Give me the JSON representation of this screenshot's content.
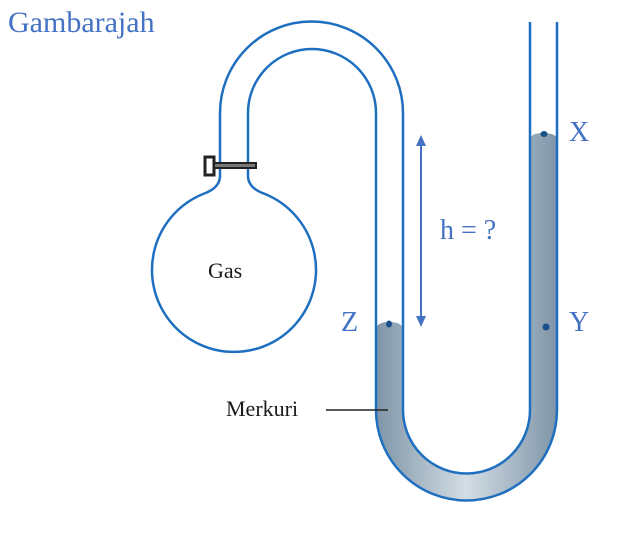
{
  "title": "Gambarajah",
  "labels": {
    "gas": "Gas",
    "mercury": "Merkuri",
    "height": "h = ?",
    "point_x": "X",
    "point_y": "Y",
    "point_z": "Z"
  },
  "colors": {
    "label_blue": "#4472c4",
    "tube": "#1f6fc0",
    "mercury_dark": "#7f95a8",
    "mercury_light": "#d3dde4",
    "point": "#1b4f8a"
  }
}
